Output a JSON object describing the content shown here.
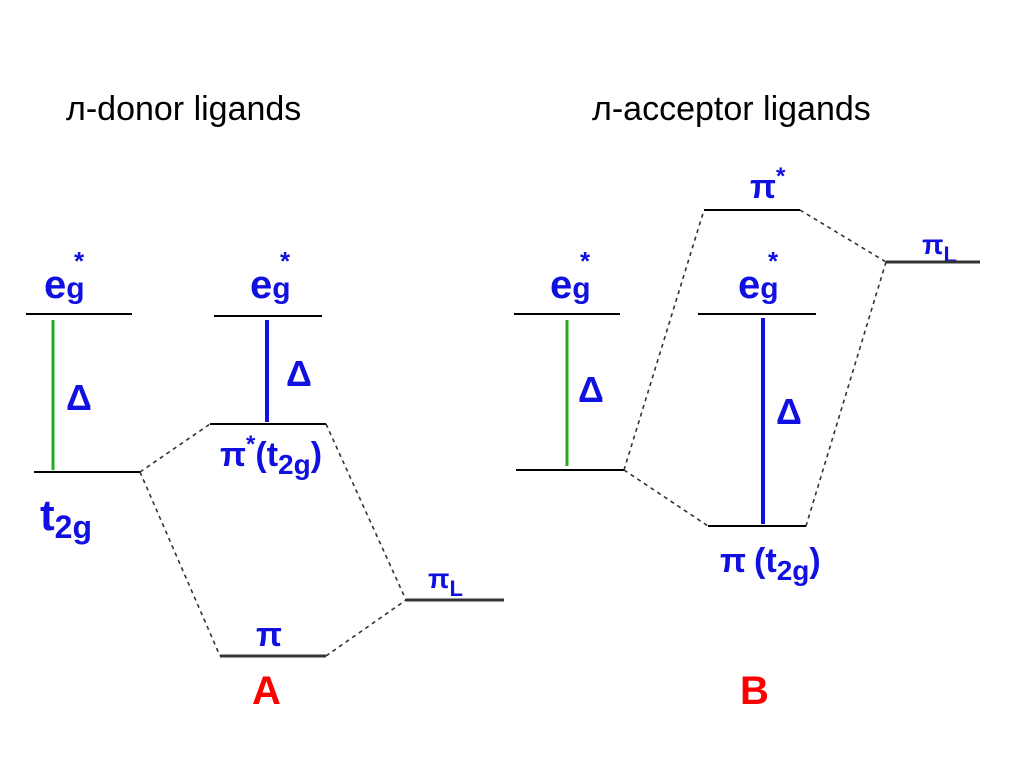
{
  "titles": {
    "donor": "л-donor ligands",
    "acceptor": "л-acceptor ligands"
  },
  "labels": {
    "eg_main": "e",
    "eg_sub": "g",
    "eg_sup": "*",
    "t2g_main": "t",
    "t2g_sub": "2g",
    "delta": "Δ",
    "pi": "π",
    "pi_star": "π",
    "star": "*",
    "pi_star_t2g_prefix": "(t",
    "pi_t2g_prefix": "(t",
    "t2g_close": ")",
    "piL_main": "π",
    "piL_sub": "L"
  },
  "panel_labels": {
    "a": "A",
    "b": "B"
  },
  "colors": {
    "label_blue": "#1010e0",
    "delta_green": "#22aa22",
    "panel_red": "#ff0000",
    "level_black": "#000000"
  }
}
